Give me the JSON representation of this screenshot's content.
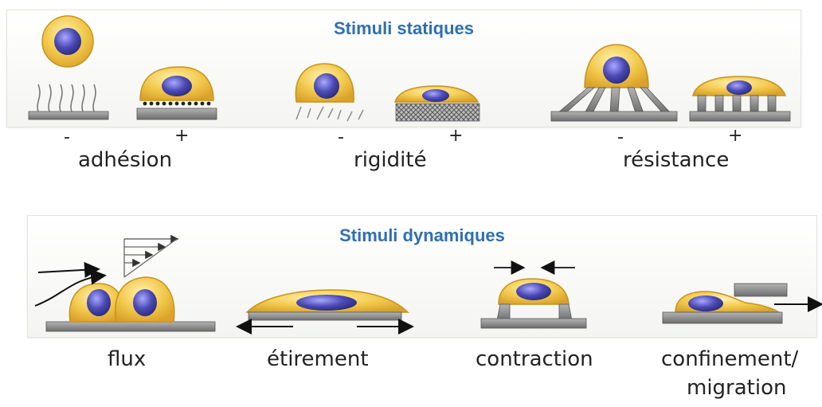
{
  "static": {
    "title": "Stimuli statiques",
    "groups": [
      {
        "label": "adhésion",
        "minus": "-",
        "plus": "+"
      },
      {
        "label": "rigidité",
        "minus": "-",
        "plus": "+"
      },
      {
        "label": "résistance",
        "minus": "-",
        "plus": "+"
      }
    ]
  },
  "dynamic": {
    "title": "Stimuli dynamiques",
    "labels": [
      "flux",
      "étirement",
      "contraction",
      "confinement/",
      "migration"
    ]
  },
  "colors": {
    "cell_fill": "#f2c94c",
    "cell_edge": "#c9931c",
    "nucleus_fill": "#4b4ab5",
    "substrate": "#8c8c8c",
    "title": "#2f6fb0"
  }
}
